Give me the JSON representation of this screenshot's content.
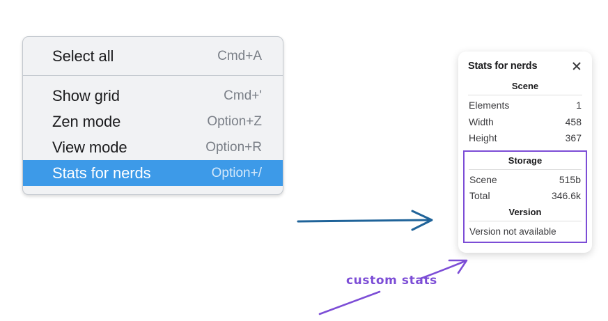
{
  "context_menu": {
    "name": "canvas-context-menu",
    "groups": [
      {
        "items": [
          {
            "label": "Select all",
            "shortcut": "Cmd+A",
            "selected": false
          }
        ]
      },
      {
        "items": [
          {
            "label": "Show grid",
            "shortcut": "Cmd+'",
            "selected": false
          },
          {
            "label": "Zen mode",
            "shortcut": "Option+Z",
            "selected": false
          },
          {
            "label": "View mode",
            "shortcut": "Option+R",
            "selected": false
          },
          {
            "label": "Stats for nerds",
            "shortcut": "Option+/",
            "selected": true
          }
        ]
      }
    ]
  },
  "stats_panel": {
    "title": "Stats for nerds",
    "close_icon": "close-icon",
    "sections": [
      {
        "heading": "Scene",
        "rows": [
          {
            "key": "Elements",
            "value": "1"
          },
          {
            "key": "Width",
            "value": "458"
          },
          {
            "key": "Height",
            "value": "367"
          }
        ]
      },
      {
        "heading": "Storage",
        "rows": [
          {
            "key": "Scene",
            "value": "515b"
          },
          {
            "key": "Total",
            "value": "346.6k"
          }
        ]
      },
      {
        "heading": "Version",
        "note": "Version not available"
      }
    ]
  },
  "annotations": {
    "handwritten_label": "custom stats",
    "blue_arrow": "flow-arrow-menu-to-panel",
    "purple_arrow": "callout-arrow-to-version",
    "purple_underline": "callout-underline"
  },
  "colors": {
    "menu_background": "#f1f2f4",
    "menu_border": "#c3c8ce",
    "selection_blue": "#3d9ae8",
    "selection_text": "#ffffff",
    "shortcut_gray": "#7a7f87",
    "panel_white": "#ffffff",
    "highlight_purple": "#7c4dd6",
    "annotation_blue": "#1f6399",
    "body_text": "#1b1b1d"
  }
}
